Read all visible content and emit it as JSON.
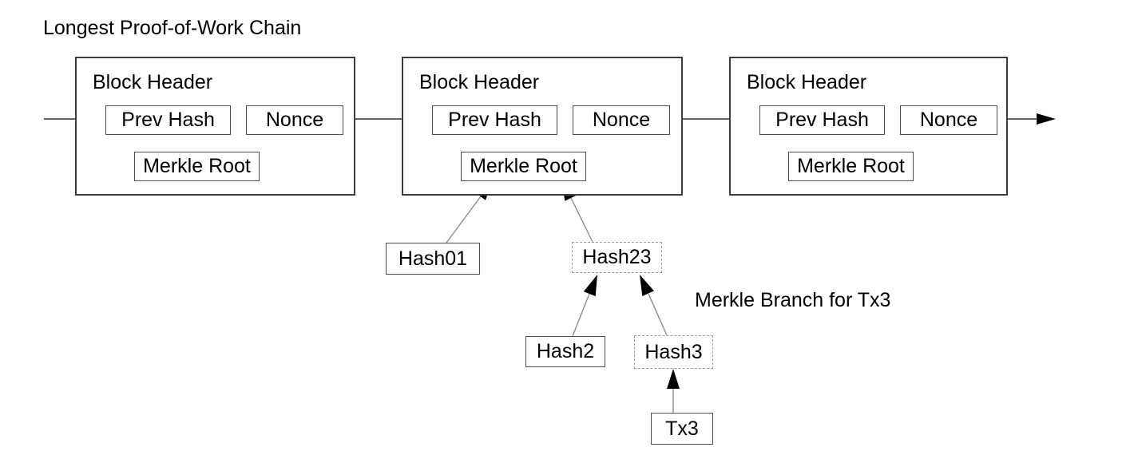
{
  "title": "Longest Proof-of-Work Chain",
  "branch_label": "Merkle Branch for Tx3",
  "blocks": [
    {
      "header_label": "Block Header",
      "prev_hash_label": "Prev Hash",
      "nonce_label": "Nonce",
      "merkle_root_label": "Merkle Root"
    },
    {
      "header_label": "Block Header",
      "prev_hash_label": "Prev Hash",
      "nonce_label": "Nonce",
      "merkle_root_label": "Merkle Root"
    },
    {
      "header_label": "Block Header",
      "prev_hash_label": "Prev Hash",
      "nonce_label": "Nonce",
      "merkle_root_label": "Merkle Root"
    }
  ],
  "merkle": {
    "hash01": "Hash01",
    "hash23": "Hash23",
    "hash2": "Hash2",
    "hash3": "Hash3",
    "tx3": "Tx3"
  },
  "colors": {
    "background": "#ffffff",
    "text": "#000000",
    "block_border": "#3d3d3d",
    "inner_border": "#4f4f4f",
    "dashed_border": "#9c9c9c",
    "chain_line": "#2f2f2f",
    "branch_line": "#8c8c8c",
    "arrowhead": "#000000"
  }
}
